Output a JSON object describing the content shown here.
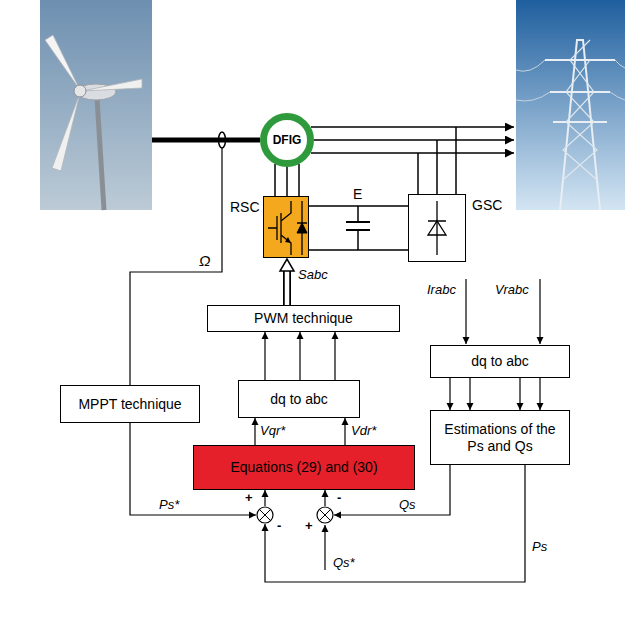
{
  "diagram": {
    "nodes": [
      {
        "text": [
          "DFIG"
        ]
      },
      {
        "text": [
          "RSC"
        ]
      },
      {
        "text": [
          "GSC"
        ]
      },
      {
        "text": [
          "MPPT technique"
        ]
      },
      {
        "text": [
          "PWM technique"
        ]
      },
      {
        "text": [
          "dq to abc"
        ]
      },
      {
        "text": [
          "Equations (29) and (30)"
        ]
      },
      {
        "text": [
          "dq to abc"
        ]
      },
      {
        "text": [
          "Estimations of the Ps and Qs"
        ]
      },
      {
        "text": [
          "+",
          "-"
        ]
      },
      {
        "text": [
          "-",
          "+"
        ]
      }
    ],
    "edges": [
      {
        "from": 0,
        "to": 1,
        "arrow": "none"
      },
      {
        "from": 1,
        "to": 2,
        "arrow": "none"
      },
      {
        "from": 4,
        "to": 1,
        "arrow": "to",
        "label": "Sabc"
      },
      {
        "from": 5,
        "to": 4,
        "arrow": "to"
      },
      {
        "from": 5,
        "to": 4,
        "arrow": "to"
      },
      {
        "from": 5,
        "to": 4,
        "arrow": "to"
      },
      {
        "from": 6,
        "to": 5,
        "arrow": "to",
        "label": "Vqr*"
      },
      {
        "from": 6,
        "to": 5,
        "arrow": "to",
        "label": "Vdr*"
      },
      {
        "from": 3,
        "to": 9,
        "arrow": "to",
        "label": "Ps*"
      },
      {
        "from": 9,
        "to": 6,
        "arrow": "to"
      },
      {
        "from": 10,
        "to": 6,
        "arrow": "to"
      },
      {
        "from": 8,
        "to": 10,
        "arrow": "to",
        "label": "Qs"
      },
      {
        "from": 8,
        "to": 9,
        "arrow": "to",
        "label": "Ps"
      },
      {
        "from": 7,
        "to": 8,
        "arrow": "to"
      },
      {
        "from": 7,
        "to": 8,
        "arrow": "to"
      },
      {
        "from": 7,
        "to": 8,
        "arrow": "to"
      },
      {
        "from": 7,
        "to": 8,
        "arrow": "to"
      }
    ],
    "labels": [
      "Ω",
      "E",
      "Irabc",
      "Vrabc",
      "Qs*"
    ]
  }
}
